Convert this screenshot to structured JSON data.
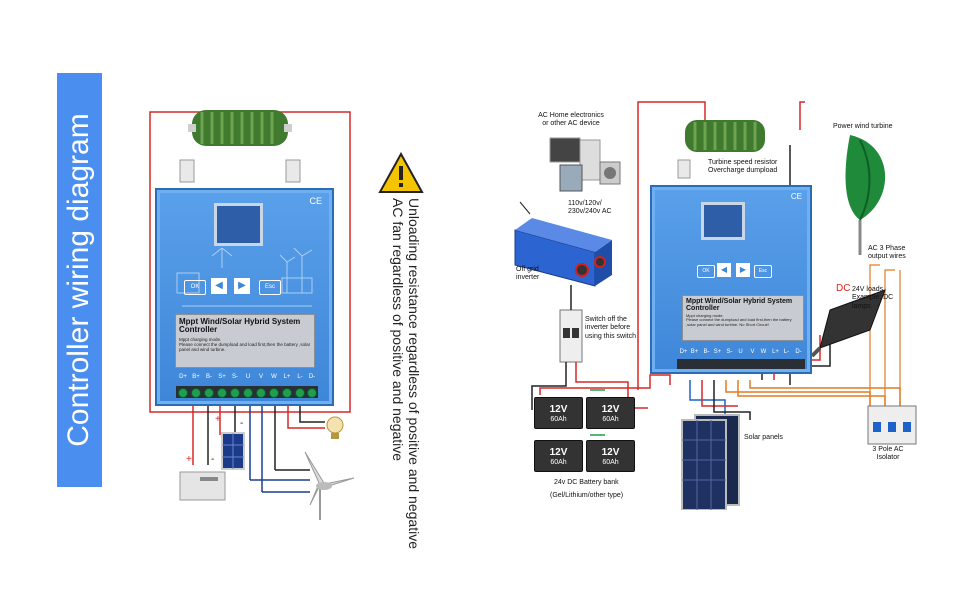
{
  "left_diagram": {
    "title": "Controller wiring diagram",
    "warning_line1": "Unloading resistance regardless of positive and negative",
    "warning_line2": "AC fan regardless of positive and negative",
    "controller": {
      "ce_mark": "CE",
      "buttons": [
        "OK",
        "◀",
        "▶",
        "Esc"
      ],
      "product_title": "Mppt Wind/Solar Hybrid System Controller",
      "mode_text": "Mppt charging mode.",
      "instruction_text": "Please connect the dumpload and load first,then the battery ,solar panel and wind turbine.",
      "terminals": [
        "D+",
        "B+",
        "B-",
        "S+",
        "S-",
        "U",
        "V",
        "W",
        "L+",
        "L-",
        "D-"
      ]
    },
    "polarity": [
      "+",
      "-",
      "+",
      "-"
    ]
  },
  "right_diagram": {
    "ac_home_label": "AC Home electronics or other AC device",
    "ac_voltage": "110v/120v/ 230v/240v AC",
    "inverter_label": "Off grid inverter",
    "switch_note": "Switch off the inverter before using this switch",
    "resistor_label": "Turbine speed resistor Overcharge dumpload",
    "wind_label": "Power wind turbine",
    "ac3_label": "AC 3 Phase output wires",
    "dc_prefix": "DC",
    "dc_label": "24V loads Example: DC lamps",
    "solar_label": "Solar panels",
    "isolator_label": "3 Pole AC Isolator",
    "battery_v": "12V",
    "battery_ah": "60Ah",
    "bank_label1": "24v DC Battery bank",
    "bank_label2": "(Gel/Lithium/other type)",
    "controller": {
      "ce_mark": "CE",
      "buttons": [
        "OK",
        "◀",
        "▶",
        "Esc"
      ],
      "product_title": "Mppt Wind/Solar Hybrid System Controller",
      "mode_text": "Mppt charging mode.",
      "instruction_text": "Please connect the dumpload and load first,then the battery ,solar panel and wind turbine. No Short Circuit!",
      "terminals": [
        "D+",
        "B+",
        "B-",
        "S+",
        "S-",
        "U",
        "V",
        "W",
        "L+",
        "L-",
        "D-"
      ]
    }
  },
  "colors": {
    "title_panel": "#4a8ff0",
    "controller_blue": "#3e86d8",
    "red_wire": "#d62828",
    "dc_red": "#e02020"
  }
}
